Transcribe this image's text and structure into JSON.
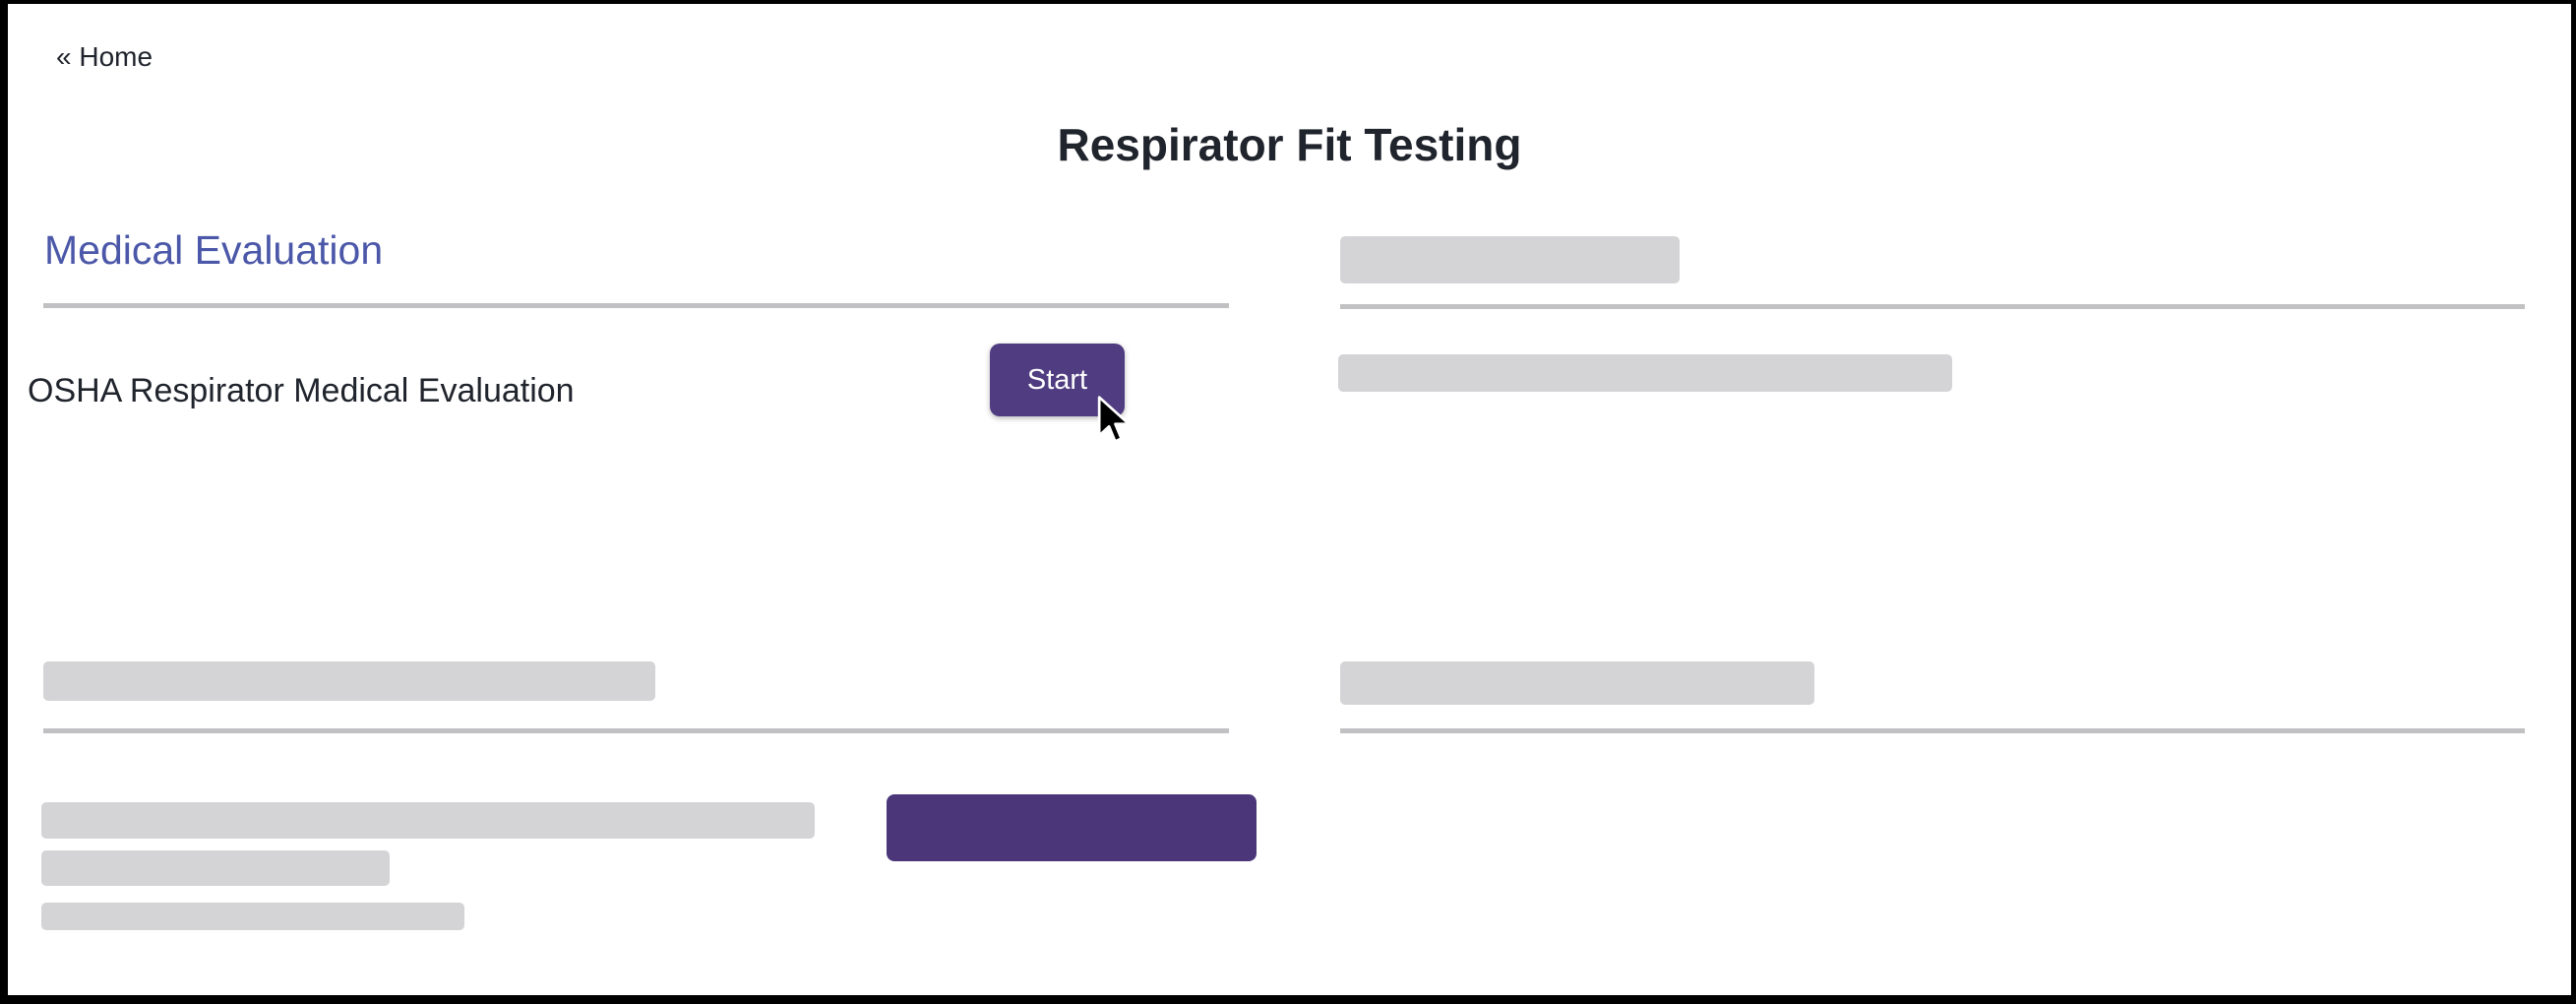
{
  "header": {
    "back_link": "« Home",
    "title": "Respirator Fit Testing"
  },
  "sections": {
    "medical_evaluation": {
      "heading": "Medical Evaluation",
      "items": [
        {
          "name": "OSHA Respirator Medical Evaluation",
          "action_label": "Start"
        }
      ]
    }
  },
  "colors": {
    "text_dark": "#20242c",
    "heading_blue": "#4b57a8",
    "start_purple": "#503c80",
    "bottom_purple": "#4a3678",
    "ph_gray": "#d4d4d6",
    "div_gray": "#c1c1c3",
    "page_bg": "#ffffff",
    "btn_text": "#ffffff"
  }
}
